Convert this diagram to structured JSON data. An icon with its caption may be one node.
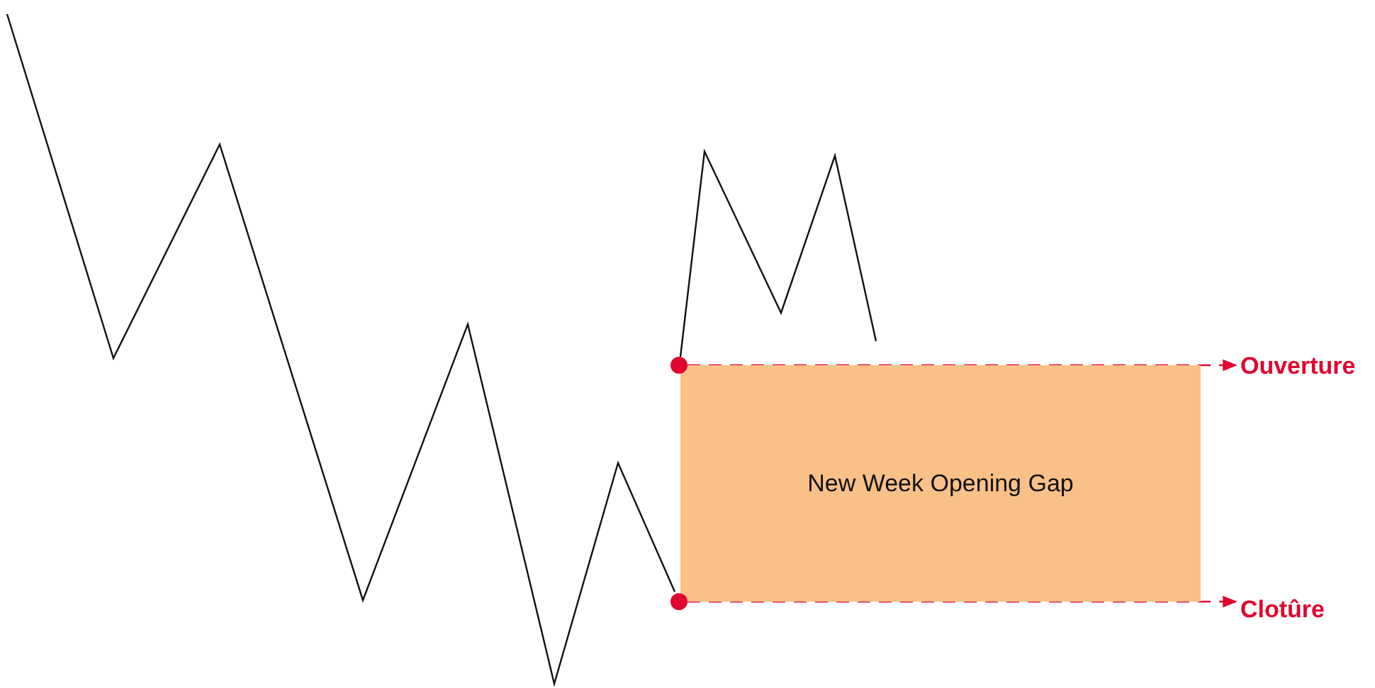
{
  "diagram": {
    "nodes": [
      {
        "text": [
          "New Week Opening Gap"
        ]
      },
      {
        "text": [],
        "shape": "circle"
      },
      {
        "text": [
          "Ouverture"
        ]
      },
      {
        "text": [],
        "shape": "circle"
      },
      {
        "text": [
          "Clotûre"
        ]
      }
    ],
    "edges": [
      {
        "from": 1,
        "to": 2,
        "arrow": "to",
        "style": "dashed"
      },
      {
        "from": 3,
        "to": 4,
        "arrow": "to",
        "style": "dashed"
      }
    ]
  }
}
